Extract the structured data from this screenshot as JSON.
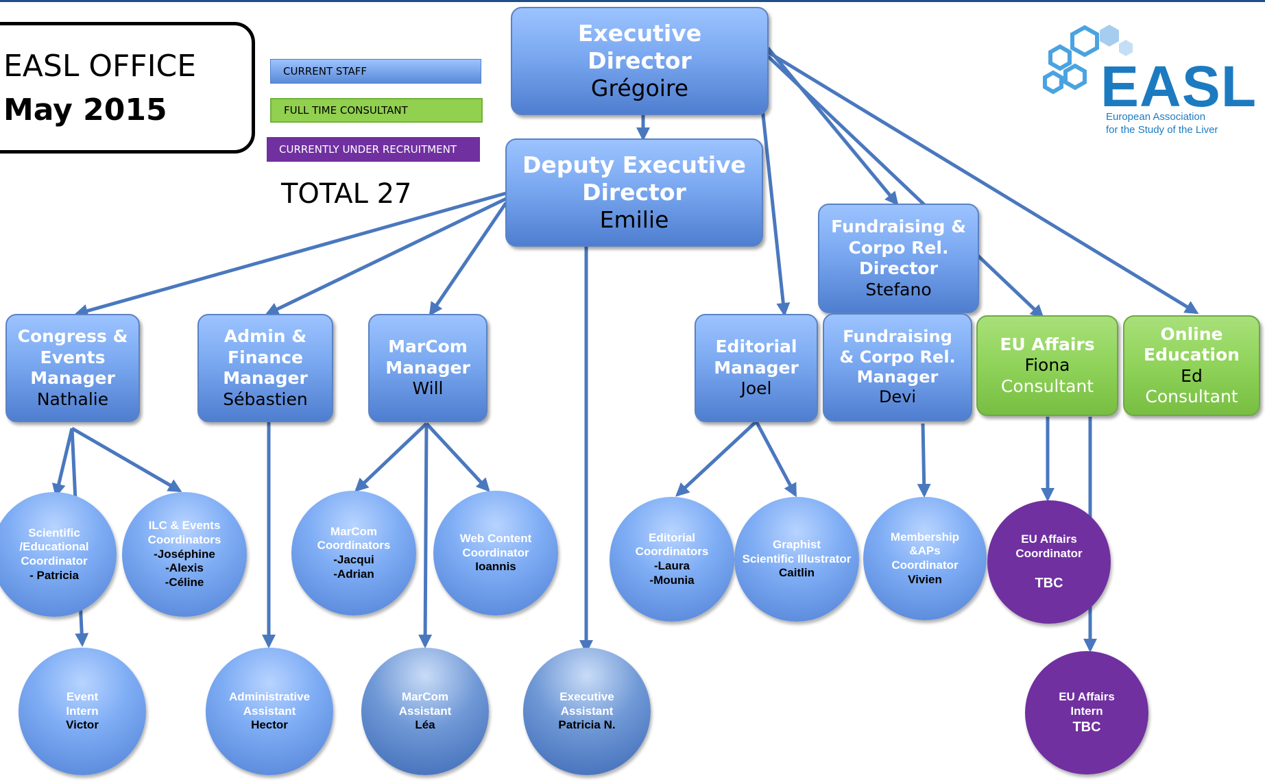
{
  "header": {
    "office": "EASL OFFICE",
    "date": "May 2015",
    "total": "TOTAL 27"
  },
  "legend": {
    "current_staff": "CURRENT STAFF",
    "full_time_consultant": "FULL TIME CONSULTANT",
    "under_recruitment": "CURRENTLY UNDER RECRUITMENT"
  },
  "logo": {
    "text": "EASL",
    "line1": "European Association",
    "line2": "for the Study of the Liver"
  },
  "colors": {
    "current_staff": "#7aa8f0",
    "consultant": "#92d050",
    "recruitment": "#7030a0",
    "connector": "#4a78be",
    "logo": "#1c7bc0"
  },
  "nodes": {
    "exec_director": {
      "title": [
        "Executive",
        "Director"
      ],
      "name": "Grégoire"
    },
    "deputy_director": {
      "title": [
        "Deputy Executive",
        "Director"
      ],
      "name": "Emilie"
    },
    "fundraising_director": {
      "title": [
        "Fundraising &",
        "Corpo Rel.",
        "Director"
      ],
      "name": "Stefano"
    },
    "congress_manager": {
      "title": [
        "Congress &",
        "Events",
        "Manager"
      ],
      "name": "Nathalie"
    },
    "admin_manager": {
      "title": [
        "Admin &",
        "Finance",
        "Manager"
      ],
      "name": "Sébastien"
    },
    "marcom_manager": {
      "title": [
        "MarCom",
        "Manager"
      ],
      "name": "Will"
    },
    "editorial_manager": {
      "title": [
        "Editorial",
        "Manager"
      ],
      "name": "Joel"
    },
    "fundraising_manager": {
      "title": [
        "Fundraising",
        "& Corpo Rel.",
        "Manager"
      ],
      "name": "Devi"
    },
    "eu_affairs": {
      "title": [
        "EU Affairs"
      ],
      "name": "Fiona",
      "note": "Consultant"
    },
    "online_education": {
      "title": [
        "Online",
        "Education"
      ],
      "name": "Ed",
      "note": "Consultant"
    }
  },
  "circles": {
    "scientific_coord": {
      "title": [
        "Scientific",
        "/Educational",
        "Coordinator"
      ],
      "names": [
        "- Patricia"
      ]
    },
    "ilc_coord": {
      "title": [
        "ILC & Events",
        "Coordinators"
      ],
      "names": [
        "-Joséphine",
        "-Alexis",
        "-Céline"
      ]
    },
    "event_intern": {
      "title": [
        "Event",
        "Intern"
      ],
      "names": [
        "Victor"
      ]
    },
    "admin_assistant": {
      "title": [
        "Administrative",
        "Assistant"
      ],
      "names": [
        "Hector"
      ]
    },
    "marcom_coord": {
      "title": [
        "MarCom",
        "Coordinators"
      ],
      "names": [
        "-Jacqui",
        "-Adrian"
      ]
    },
    "web_content": {
      "title": [
        "Web Content",
        "Coordinator"
      ],
      "names": [
        "Ioannis"
      ]
    },
    "marcom_assistant": {
      "title": [
        "MarCom",
        "Assistant"
      ],
      "names": [
        "Léa"
      ]
    },
    "exec_assistant": {
      "title": [
        "Executive",
        "Assistant"
      ],
      "names": [
        "Patricia N."
      ]
    },
    "editorial_coord": {
      "title": [
        "Editorial",
        "Coordinators"
      ],
      "names": [
        "-Laura",
        "-Mounia"
      ]
    },
    "graphist": {
      "title": [
        "Graphist",
        "Scientific Illustrator"
      ],
      "names": [
        "Caitlin"
      ]
    },
    "membership_coord": {
      "title": [
        "Membership",
        "&APs",
        "Coordinator"
      ],
      "names": [
        "Vivien"
      ]
    },
    "eu_coord": {
      "title": [
        "EU Affairs",
        "Coordinator"
      ],
      "names": [
        "",
        "TBC"
      ]
    },
    "eu_intern": {
      "title": [
        "EU Affairs",
        "Intern"
      ],
      "names": [
        "TBC"
      ]
    }
  }
}
